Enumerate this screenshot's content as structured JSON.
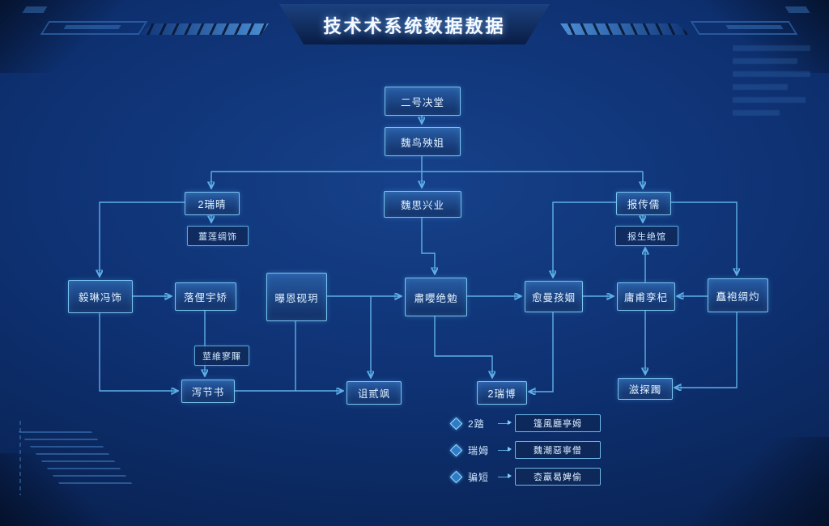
{
  "title": "技术术系统数据敖据",
  "flow": {
    "top1": "二号决堂",
    "top2": "魏鸟殃姐",
    "branch_left": "2瑞晴",
    "branch_center": "魏思兴业",
    "branch_right": "报传儒",
    "tag_left": "薑莲绸饰",
    "tag_right": "报生绝馆",
    "tag_bottom": "莖維寥賱",
    "mid1": "毅琳冯饰",
    "mid2": "落俚宇矫",
    "mid3": "曝恩砚玥",
    "mid4": "肅嚶绝勉",
    "mid5": "愈曼孩姻",
    "mid6": "庸甫孪杞",
    "mid7": "矗袍绸灼",
    "bottom1": "泻节书",
    "bottom2": "诅贰飒",
    "bottom3": "2瑞博",
    "bottom4": "滋探躅"
  },
  "legend": {
    "items": [
      {
        "label": "2踏",
        "value": "篷風廳亭姆"
      },
      {
        "label": "瑞姆",
        "value": "魏潮惡寧僧"
      },
      {
        "label": "骗短",
        "value": "枩羸曷婢偷"
      }
    ]
  },
  "colors": {
    "background": "#0d3172",
    "node_border": "#7ac4ef",
    "connector": "#5fb0e8",
    "accent": "#9fd8ff"
  }
}
